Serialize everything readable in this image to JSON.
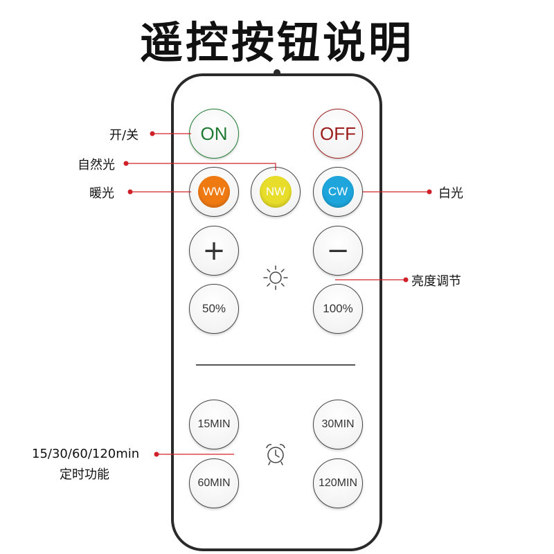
{
  "title": "遥控按钮说明",
  "buttons": {
    "on": "ON",
    "off": "OFF",
    "ww": "WW",
    "nw": "NW",
    "cw": "CW",
    "plus": "+",
    "minus": "−",
    "p50": "50%",
    "p100": "100%",
    "t15": "15MIN",
    "t30": "30MIN",
    "t60": "60MIN",
    "t120": "120MIN"
  },
  "callouts": {
    "power": "开/关",
    "natural": "自然光",
    "warm": "暖光",
    "white": "白光",
    "brightness": "亮度调节",
    "timer_line1": "15/30/60/120min",
    "timer_line2": "定时功能"
  },
  "icons": {
    "brightness": "sun-icon",
    "timer": "alarm-clock-icon"
  },
  "colors": {
    "ww": "#f07a12",
    "nw": "#e7dd2a",
    "cw": "#1ea6dc",
    "on": "#1e7a32",
    "off": "#9c1b1b",
    "leader": "#d0202a"
  }
}
